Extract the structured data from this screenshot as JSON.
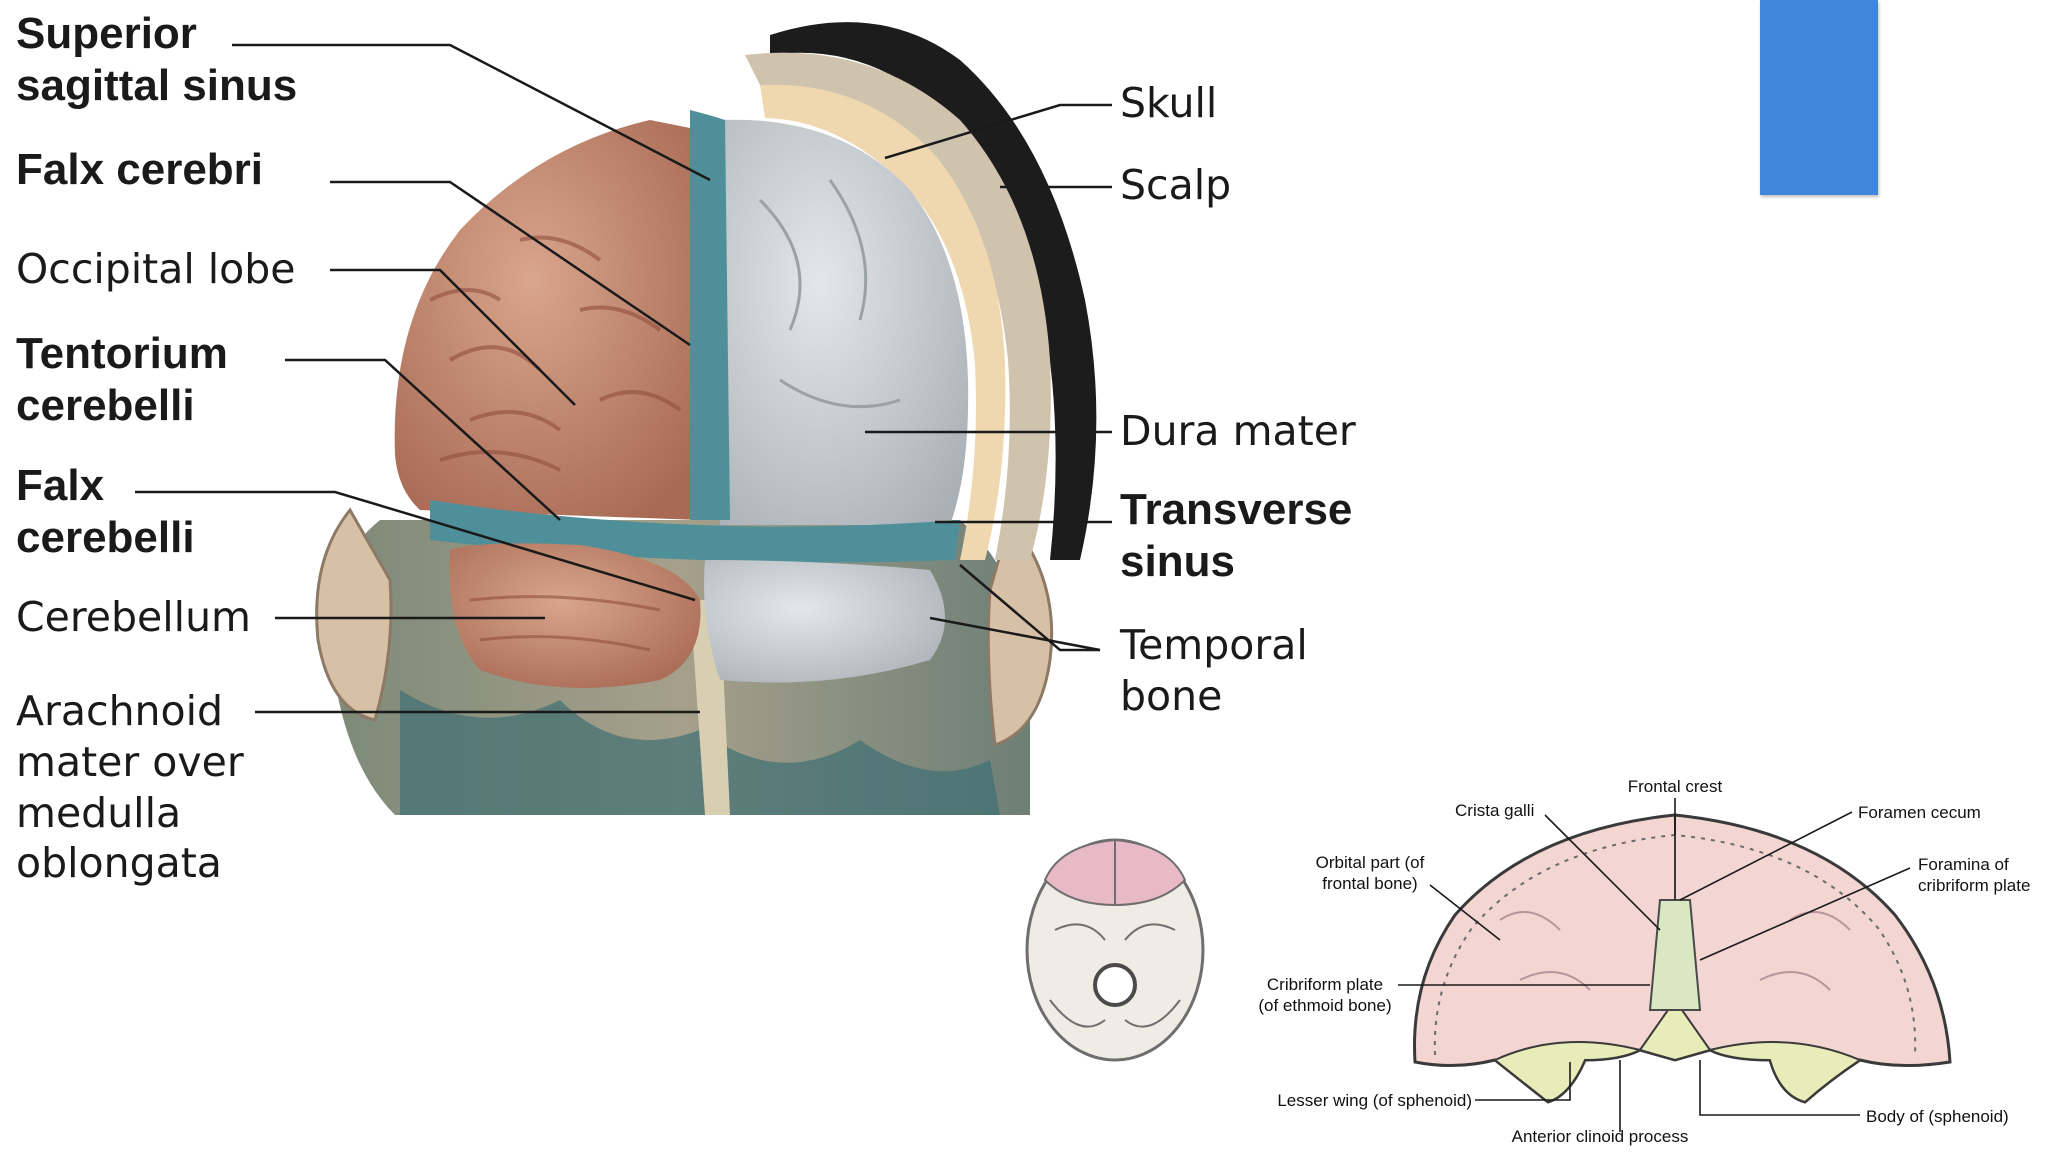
{
  "colors": {
    "accent_bar": "#3f87d9",
    "brain": "#c98f78",
    "dura": "#c7ccd0",
    "dura_blue": "#4f8f99",
    "skull": "#efd8b0",
    "hair": "#1c1c1c",
    "fossa_fill": "#f3d6d2",
    "crista": "#d9e8c3",
    "sphenoid": "#e7ecb8"
  },
  "icons": {
    "accent_bar": "blue-rectangle-icon",
    "specimen": "brain-dissection-photo",
    "small_skull": "skull-base-icon",
    "fossa": "anterior-cranial-fossa-illustration"
  },
  "dissection": {
    "left_labels": {
      "superior_sagittal_sinus": "Superior\nsagittal sinus",
      "falx_cerebri": "Falx cerebri",
      "occipital_lobe": "Occipital lobe",
      "tentorium_cerebelli": "Tentorium\ncerebelli",
      "falx_cerebelli": "Falx\ncerebelli",
      "cerebellum": "Cerebellum",
      "arachnoid": "Arachnoid\nmater over\nmedulla\noblongata"
    },
    "right_labels": {
      "skull": "Skull",
      "scalp": "Scalp",
      "dura_mater": "Dura mater",
      "transverse_sinus": "Transverse\nsinus",
      "temporal_bone": "Temporal\nbone"
    }
  },
  "fossa_diagram": {
    "frontal_crest": "Frontal crest",
    "crista_galli": "Crista galli",
    "foramen_cecum": "Foramen cecum",
    "orbital_part": "Orbital part (of\nfrontal bone)",
    "foramina_cribriform": "Foramina of\ncribriform plate",
    "cribriform_plate": "Cribriform plate\n(of ethmoid bone)",
    "lesser_wing": "Lesser wing (of sphenoid)",
    "anterior_clinoid": "Anterior clinoid process",
    "body_sphenoid": "Body of (sphenoid)"
  }
}
